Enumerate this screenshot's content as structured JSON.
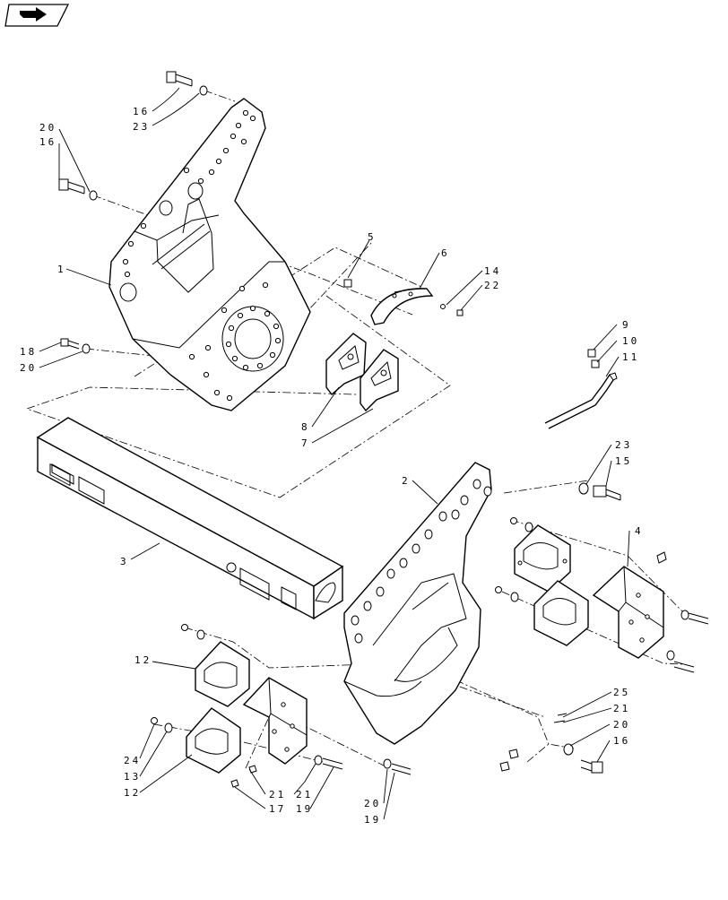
{
  "nav": {
    "icon": "next-page-arrow-icon"
  },
  "callouts": [
    {
      "id": "c16a",
      "label": "16"
    },
    {
      "id": "c23a",
      "label": "23"
    },
    {
      "id": "c20a",
      "label": "20"
    },
    {
      "id": "c16b",
      "label": "16"
    },
    {
      "id": "c1",
      "label": "1"
    },
    {
      "id": "c5",
      "label": "5"
    },
    {
      "id": "c6",
      "label": "6"
    },
    {
      "id": "c14",
      "label": "14"
    },
    {
      "id": "c22",
      "label": "22"
    },
    {
      "id": "c18",
      "label": "18"
    },
    {
      "id": "c20b",
      "label": "20"
    },
    {
      "id": "c9",
      "label": "9"
    },
    {
      "id": "c10",
      "label": "10"
    },
    {
      "id": "c11",
      "label": "11"
    },
    {
      "id": "c8",
      "label": "8"
    },
    {
      "id": "c7",
      "label": "7"
    },
    {
      "id": "c23b",
      "label": "23"
    },
    {
      "id": "c15",
      "label": "15"
    },
    {
      "id": "c2",
      "label": "2"
    },
    {
      "id": "c4",
      "label": "4"
    },
    {
      "id": "c3",
      "label": "3"
    },
    {
      "id": "c12a",
      "label": "12"
    },
    {
      "id": "c25",
      "label": "25"
    },
    {
      "id": "c21a",
      "label": "21"
    },
    {
      "id": "c20c",
      "label": "20"
    },
    {
      "id": "c16c",
      "label": "16"
    },
    {
      "id": "c24",
      "label": "24"
    },
    {
      "id": "c13",
      "label": "13"
    },
    {
      "id": "c12b",
      "label": "12"
    },
    {
      "id": "c21b",
      "label": "21"
    },
    {
      "id": "c21c",
      "label": "21"
    },
    {
      "id": "c17",
      "label": "17"
    },
    {
      "id": "c19a",
      "label": "19"
    },
    {
      "id": "c20d",
      "label": "20"
    },
    {
      "id": "c19b",
      "label": "19"
    }
  ]
}
